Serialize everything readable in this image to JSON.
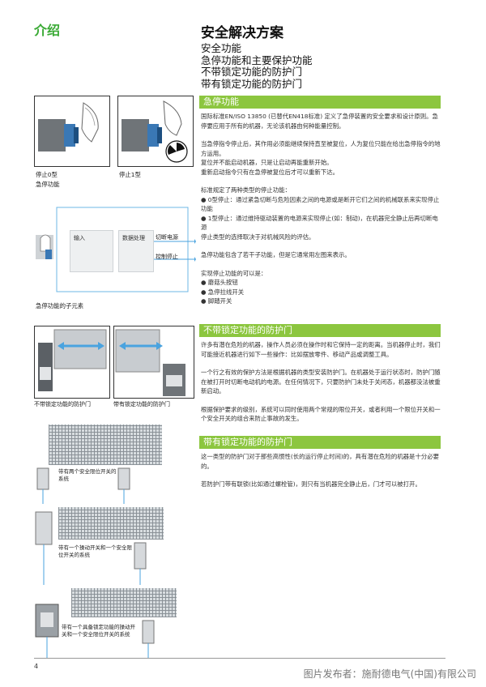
{
  "header": {
    "intro": "介绍",
    "title": "安全解决方案",
    "subtitles": [
      "安全功能",
      "急停功能和主要保护功能",
      "不带锁定功能的防护门",
      "带有锁定功能的防护门"
    ]
  },
  "figures": {
    "stop0_label": "停止0型",
    "emergency_label": "急停功能",
    "stop1_label": "停止1型",
    "diagram": {
      "input": "输入",
      "processing": "数据处理",
      "cut_power": "切断电源",
      "control_stop": "控制停止",
      "caption": "急停功能的子元素"
    },
    "guard_no_lock": "不带锁定功能的防护门",
    "guard_with_lock": "带有锁定功能的防护门",
    "systems": [
      "带有两个安全限位开关的系统",
      "带有一个操动开关和一个安全限位开关的系统",
      "带有一个具备锁定功能的操动开关和一个安全限位开关的系统"
    ]
  },
  "sections": {
    "emergency": {
      "title": "急停功能",
      "p1": "国际标准EN/ISO 13850 (已替代EN418标准) 定义了急停装置的安全要求和设计原则。急停要应用于所有的机器，无论该机器由何种能量控制。",
      "p2a": "当急停指令停止后，其作用必须能继续保持直至被复位，人为复位只能在给出急停指令的地方运用。",
      "p2b": "复位并不能启动机器，只是让启动再能重新开始。",
      "p2c": "重新启动指令只有在急停被复位后才可以重新下达。",
      "p3": "标准规定了两种类型的停止功能：",
      "b1": "● 0型停止：通过紧急切断与危险因素之间的电源或是断开它们之间的机械联系来实现停止功能",
      "b2": "● 1型停止：通过维持驱动装置的电源来实现停止(如：制动)，在机器完全静止后再切断电源",
      "p4": "停止类型的选择取决于对机械风险的评估。",
      "p5": "急停功能包含了若干子功能，但是它通常用左图来表示。",
      "p6": "实现停止功能的可以是：",
      "items": [
        "● 蘑菇头按钮",
        "● 急停拉线开关",
        "● 脚踏开关"
      ]
    },
    "no_lock": {
      "title": "不带锁定功能的防护门",
      "p1": "许多有潜在危险的机器，操作人员必须在操作时和它保持一定的距离。当机器停止时，我们可能接近机器进行如下一些操作：比如摆放零件、移动产品或调整工具。",
      "p2": "一个行之有效的保护方法是根据机器的类型安装防护门。在机器处于运行状态时，防护门随在被打开时切断电动机的电源。在任何情况下，只要防护门未处于关闭态，机器都没法被重新启动。",
      "p3": "根据保护要求的级别，系统可以同时使用两个常规的限位开关，或者利用一个限位开关和一个安全开关的组合来防止事故的发生。"
    },
    "with_lock": {
      "title": "带有锁定功能的防护门",
      "p1": "这一类型的防护门对于那些高惯性(长的运行停止时间)的，具有潜在危险的机器是十分必要的。",
      "p2": "若防护门带有联锁(比如通过螺栓管)，则只有当机器完全静止后，门才可以被打开。"
    }
  },
  "footer": {
    "page_number": "4",
    "credit": "图片发布者：施耐德电气(中国)有限公司"
  },
  "colors": {
    "accent": "#8cc63f",
    "intro_green": "#3aaa35",
    "arrow_blue": "#4aa3df"
  }
}
